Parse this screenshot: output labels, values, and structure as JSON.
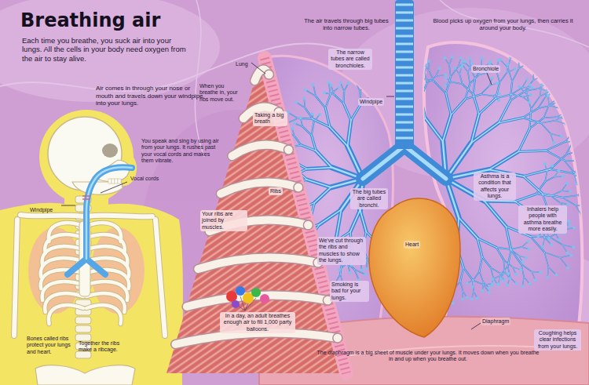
{
  "diagram": {
    "title": "Breathing air",
    "labels": [
      "Each time you breathe, you suck air into your lungs. All the cells in your body need oxygen from the air to stay alive.",
      "Air comes in through your nose or mouth and travels down your windpipe into your lungs.",
      "You speak and sing by using air from your lungs. It rushes past your vocal cords and makes them vibrate.",
      "Vocal cords",
      "Windpipe",
      "Bones called ribs protect your lungs and heart.",
      "Together the ribs make a ribcage.",
      "Lung",
      "When you breathe in, your ribs move out.",
      "Taking a big breath",
      "Ribs",
      "Your ribs are joined by muscles.",
      "In a day, an adult breathes enough air to fill 1,000 party balloons.",
      "The air travels through big tubes into narrow tubes.",
      "The narrow tubes are called bronchioles.",
      "Windpipe",
      "The big tubes are called bronchi.",
      "We've cut through the ribs and muscles to show the lungs.",
      "Smoking is bad for your lungs.",
      "Heart",
      "The diaphragm is a big sheet of muscle under your lungs. It moves down when you breathe in and up when you breathe out.",
      "Blood picks up oxygen from your lungs, then carries it around your body.",
      "Bronchiole",
      "Asthma is a condition that affects your lungs.",
      "Inhalers help people with asthma breathe more easily.",
      "Diaphragm",
      "Coughing helps clear infections from your lungs."
    ]
  }
}
